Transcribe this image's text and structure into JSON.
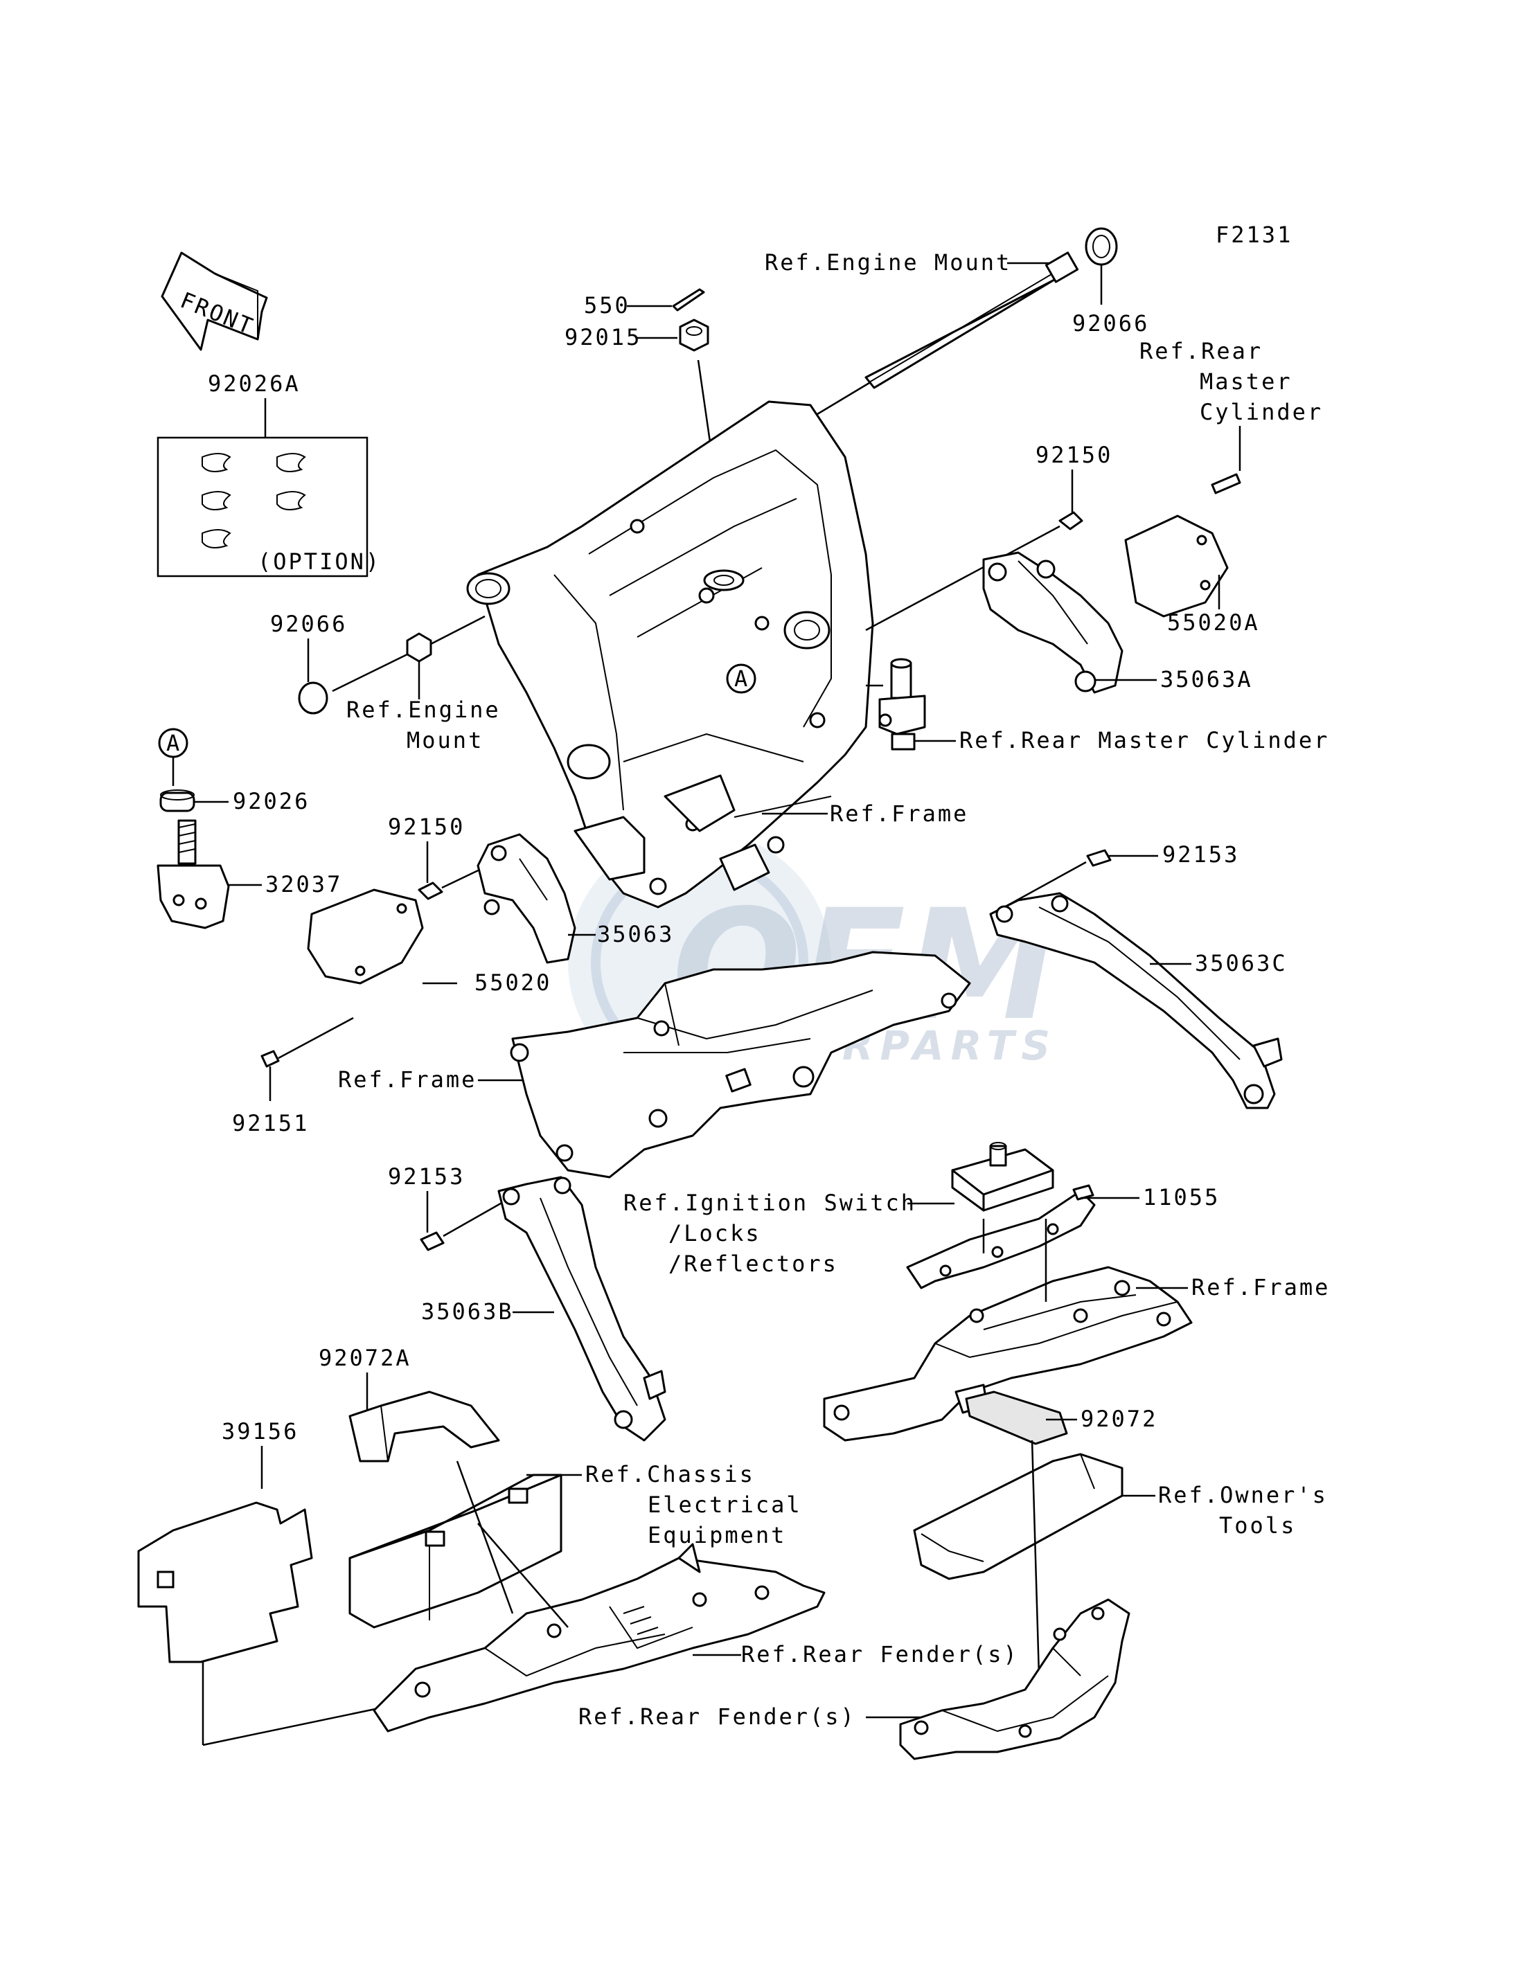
{
  "figure_code": "F2131",
  "front_arrow": {
    "label": "FRONT",
    "icon": "front-direction-arrow-icon"
  },
  "callouts": {
    "c550": "550",
    "c92015": "92015",
    "ref_engine_mount_top": "Ref.Engine Mount",
    "c92066_top": "92066",
    "ref_rear_master_cyl_1": "Ref.Rear",
    "ref_rear_master_cyl_2": "Master",
    "ref_rear_master_cyl_3": "Cylinder",
    "c92026A": "92026A",
    "option": "(OPTION)",
    "c92150_right": "92150",
    "c55020A": "55020A",
    "c35063A": "35063A",
    "c92066_left": "92066",
    "ref_engine_mount_left_1": "Ref.Engine",
    "ref_engine_mount_left_2": "Mount",
    "marker_a": "A",
    "ref_rear_master_cylinder": "Ref.Rear Master Cylinder",
    "c92026": "92026",
    "c32037": "32037",
    "ref_frame_upper": "Ref.Frame",
    "c92150_left": "92150",
    "c92153_right": "92153",
    "c35063": "35063",
    "c35063C": "35063C",
    "c55020": "55020",
    "ref_frame_mid": "Ref.Frame",
    "c92151": "92151",
    "c92153_left": "92153",
    "ref_ignition_1": "Ref.Ignition Switch",
    "ref_ignition_2": "/Locks",
    "ref_ignition_3": "/Reflectors",
    "c11055": "11055",
    "ref_frame_right": "Ref.Frame",
    "c35063B": "35063B",
    "c92072A": "92072A",
    "c39156": "39156",
    "c92072": "92072",
    "ref_chassis_1": "Ref.Chassis",
    "ref_chassis_2": "Electrical",
    "ref_chassis_3": "Equipment",
    "ref_owners_1": "Ref.Owner's",
    "ref_owners_2": "Tools",
    "ref_rear_fender_1": "Ref.Rear Fender(s)",
    "ref_rear_fender_2": "Ref.Rear Fender(s)"
  },
  "watermark": {
    "brand": "OEM",
    "sub": "MOTORPARTS"
  }
}
